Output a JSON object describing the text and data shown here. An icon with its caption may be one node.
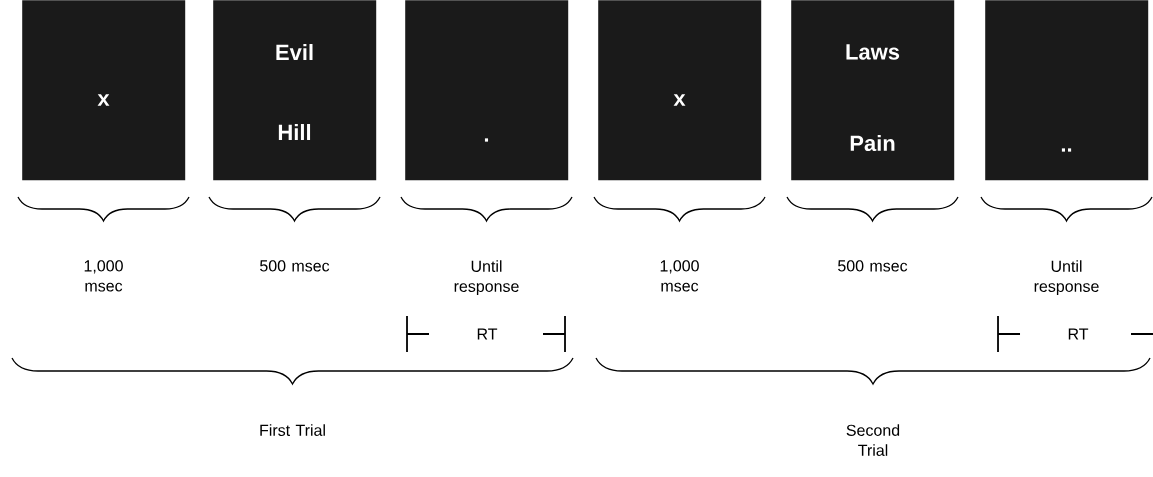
{
  "diagram": {
    "nodes": [
      {
        "text": [
          "x"
        ],
        "beside": [
          "1,000 msec"
        ]
      },
      {
        "text": [
          "Evil",
          "Hill"
        ],
        "beside": [
          "500 msec"
        ]
      },
      {
        "text": [
          "."
        ],
        "beside": [
          "Until response"
        ]
      },
      {
        "text": [
          "x"
        ],
        "beside": [
          "1,000 msec"
        ]
      },
      {
        "text": [
          "Laws",
          "Pain"
        ],
        "beside": [
          "500 msec"
        ]
      },
      {
        "text": [
          ".."
        ],
        "beside": [
          "Until response"
        ]
      }
    ],
    "labels": [
      "RT",
      "RT",
      "First Trial",
      "Second Trial"
    ]
  }
}
